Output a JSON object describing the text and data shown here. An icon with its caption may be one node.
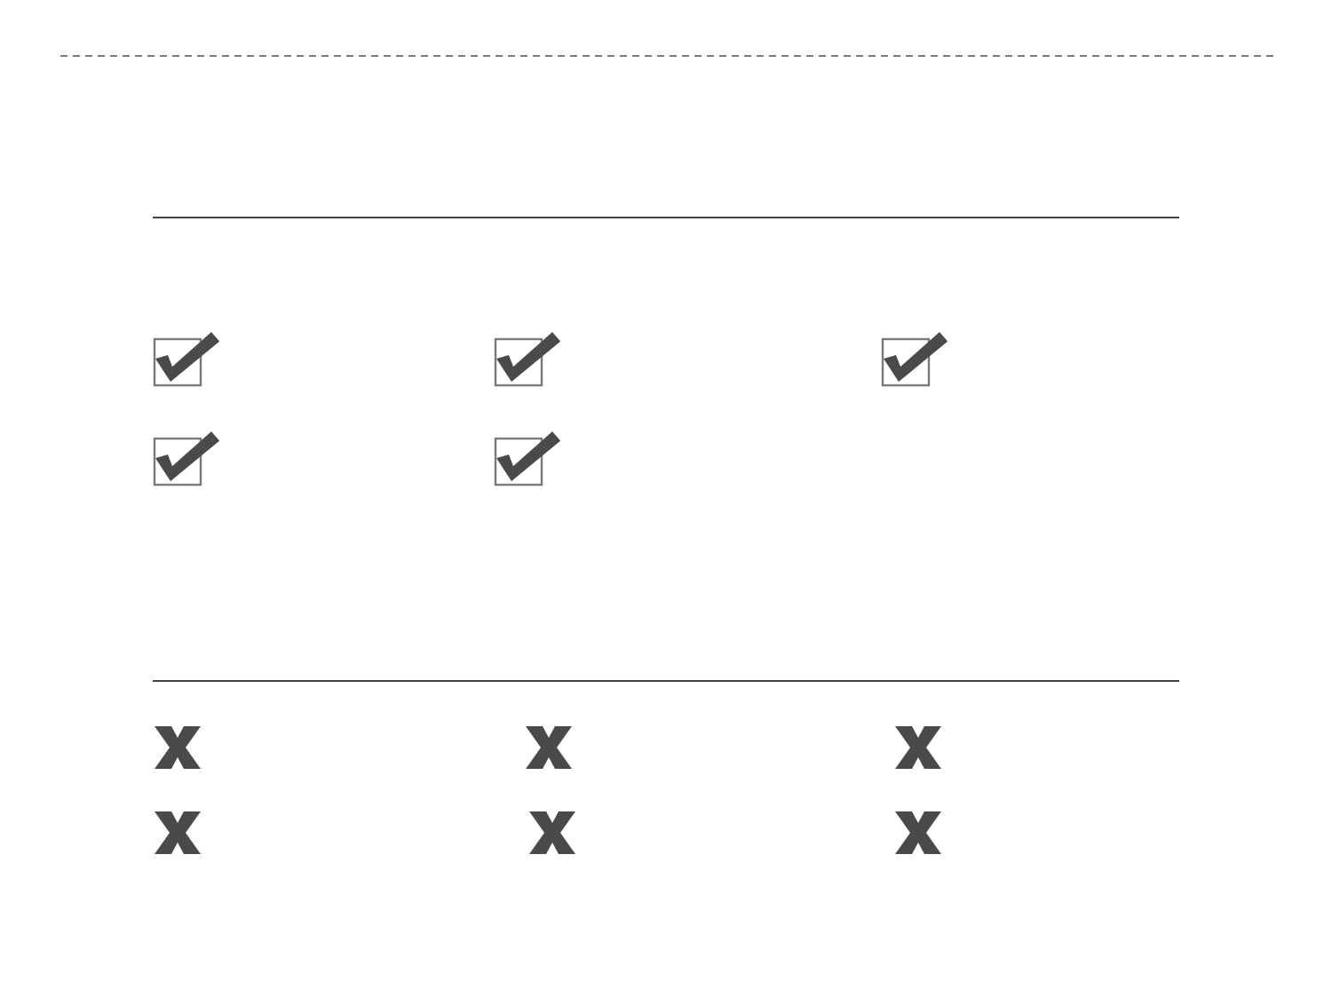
{
  "diagram": {
    "nodes": [
      {
        "text": [],
        "shape": "checkbox"
      },
      {
        "text": [],
        "shape": "checkbox"
      },
      {
        "text": [],
        "shape": "checkbox"
      },
      {
        "text": [],
        "shape": "checkbox"
      },
      {
        "text": [],
        "shape": "checkbox"
      },
      {
        "text": [],
        "shape": "cross"
      },
      {
        "text": [],
        "shape": "cross"
      },
      {
        "text": [],
        "shape": "cross"
      },
      {
        "text": [],
        "shape": "cross"
      },
      {
        "text": [],
        "shape": "cross"
      },
      {
        "text": [],
        "shape": "cross"
      }
    ]
  }
}
